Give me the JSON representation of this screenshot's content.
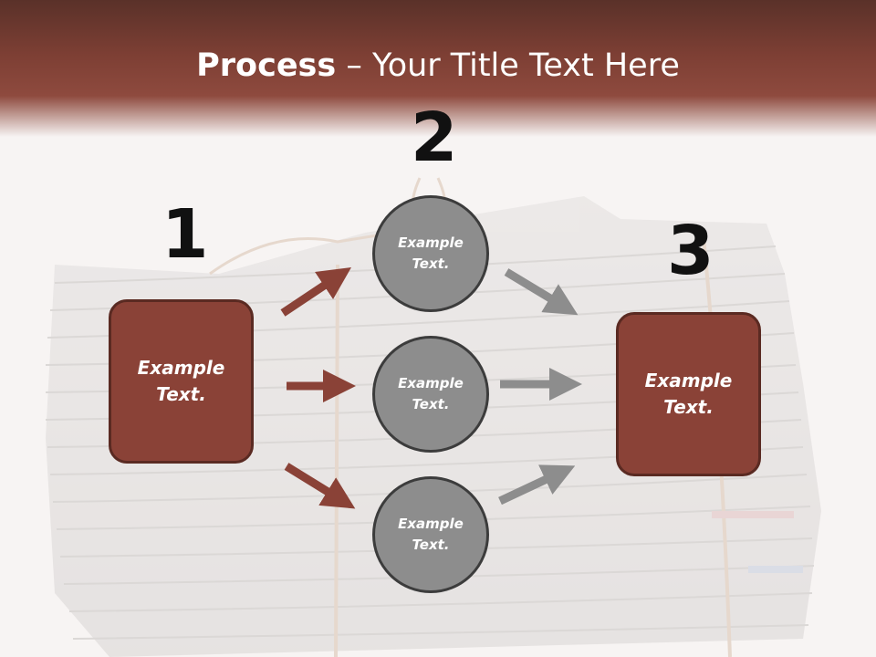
{
  "header": {
    "title_bold": "Process",
    "title_rest": " – Your Title Text Here"
  },
  "steps": {
    "step1": {
      "number": "1",
      "text_line1": "Example",
      "text_line2": "Text."
    },
    "step2": {
      "number": "2",
      "circles": [
        {
          "text_line1": "Example",
          "text_line2": "Text."
        },
        {
          "text_line1": "Example",
          "text_line2": "Text."
        },
        {
          "text_line1": "Example",
          "text_line2": "Text."
        }
      ]
    },
    "step3": {
      "number": "3",
      "text_line1": "Example",
      "text_line2": "Text."
    }
  },
  "colors": {
    "brown": "#8a4237",
    "gray": "#8d8d8d",
    "header": "#7d3f34"
  }
}
